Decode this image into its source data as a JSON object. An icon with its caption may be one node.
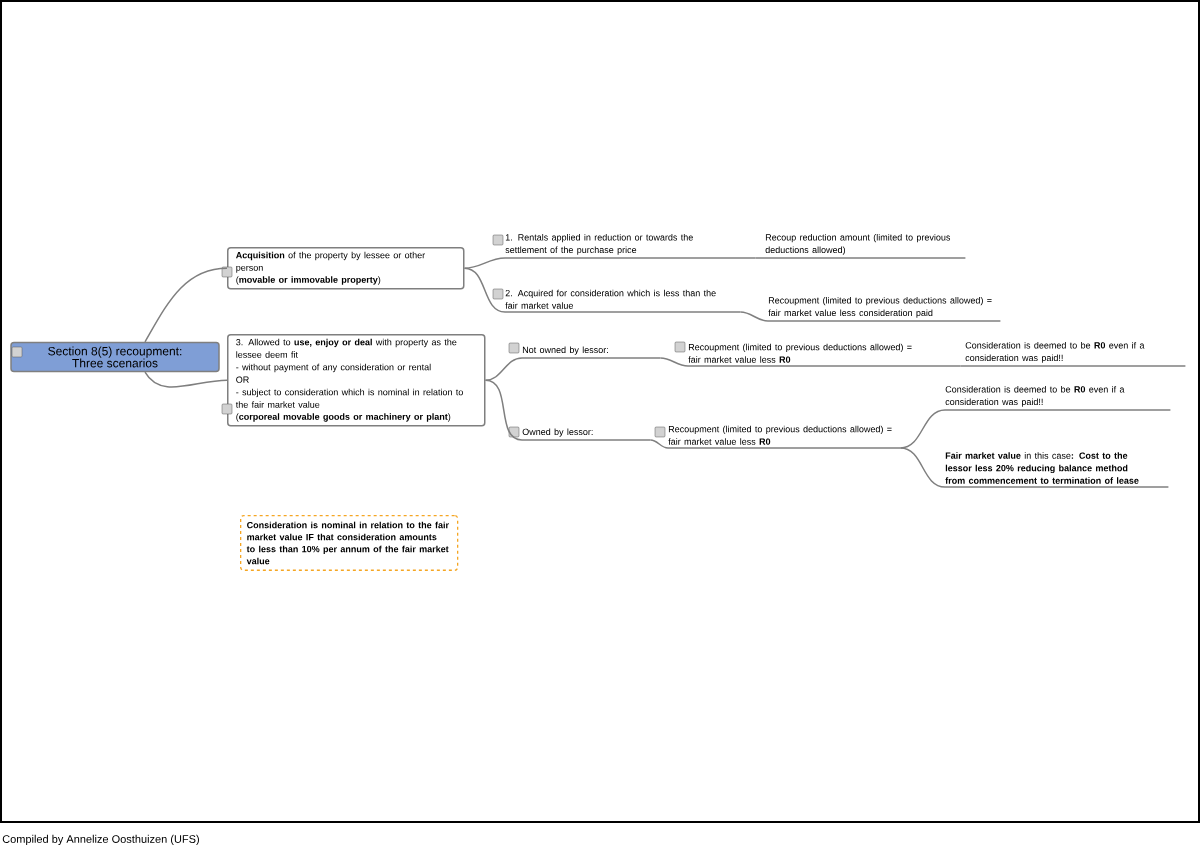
{
  "diagram": {
    "nodes": [
      {
        "text": [
          "Section 8(5) recoupment: Three scenarios"
        ]
      },
      {
        "text": [
          "**Acquisition** of the property by lessee or other person",
          "(**movable or immovable property**)"
        ]
      },
      {
        "text": [
          "3. Allowed to **use, enjoy or deal** with property as the lessee deem fit",
          "- without payment of any consideration or rental",
          "OR",
          "- subject to consideration which is nominal in relation to the fair market value",
          "(**corporeal movable goods or machinery or plant**)"
        ]
      },
      {
        "text": [
          "1. Rentals applied in reduction or towards the settlement of the purchase price"
        ]
      },
      {
        "text": [
          "Recoup reduction amount (limited to previous deductions allowed)"
        ]
      },
      {
        "text": [
          "2. Acquired for consideration which is less than the fair market value"
        ]
      },
      {
        "text": [
          "Recoupment (limited to previous deductions allowed) = fair market value less consideration paid"
        ]
      },
      {
        "text": [
          "Not owned by lessor:"
        ]
      },
      {
        "text": [
          "Recoupment (limited to previous deductions allowed) = fair market value less **R0**"
        ]
      },
      {
        "text": [
          "Consideration is deemed to be **R0** even if a consideration was paid!!"
        ]
      },
      {
        "text": [
          "Owned by lessor:"
        ]
      },
      {
        "text": [
          "Recoupment (limited to previous deductions allowed) = fair market value less **R0**"
        ]
      },
      {
        "text": [
          "Consideration is deemed to be **R0** even if a consideration was paid!!"
        ]
      },
      {
        "text": [
          "**Fair market value** in this case**: Cost to the lessor less 20% reducing balance method from commencement to termination of lease**"
        ]
      },
      {
        "text": [
          "Consideration is nominal in relation to the fair market value IF that consideration amounts to less than 10% per annum of the fair market value"
        ]
      }
    ],
    "edges": [
      {
        "from": 0,
        "to": 1,
        "arrow": "none"
      },
      {
        "from": 0,
        "to": 2,
        "arrow": "none"
      },
      {
        "from": 1,
        "to": 3,
        "arrow": "none"
      },
      {
        "from": 3,
        "to": 4,
        "arrow": "none"
      },
      {
        "from": 1,
        "to": 5,
        "arrow": "none"
      },
      {
        "from": 5,
        "to": 6,
        "arrow": "none"
      },
      {
        "from": 2,
        "to": 7,
        "arrow": "none"
      },
      {
        "from": 7,
        "to": 8,
        "arrow": "none"
      },
      {
        "from": 8,
        "to": 9,
        "arrow": "none"
      },
      {
        "from": 2,
        "to": 10,
        "arrow": "none"
      },
      {
        "from": 10,
        "to": 11,
        "arrow": "none"
      },
      {
        "from": 11,
        "to": 12,
        "arrow": "none"
      },
      {
        "from": 11,
        "to": 13,
        "arrow": "none"
      }
    ],
    "labels": [
      "Compiled by Annelize Oosthuizen (UFS)"
    ]
  }
}
